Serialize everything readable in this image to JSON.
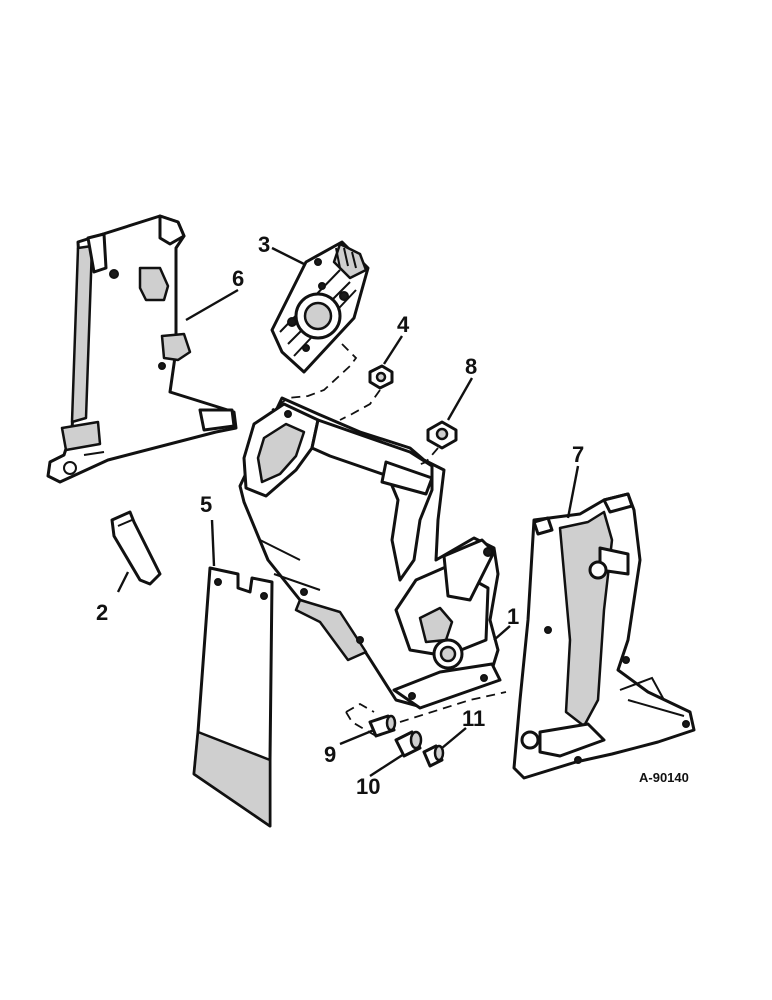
{
  "diagram": {
    "reference": "A-90140",
    "callouts": {
      "c1": "1",
      "c2": "2",
      "c3": "3",
      "c4": "4",
      "c5": "5",
      "c6": "6",
      "c7": "7",
      "c8": "8",
      "c9": "9",
      "c10": "10",
      "c11": "11"
    }
  }
}
